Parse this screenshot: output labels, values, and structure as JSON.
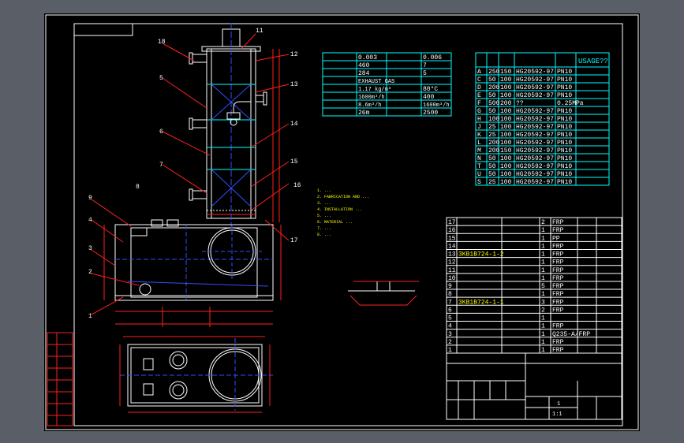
{
  "meta": {
    "title": "Engineering drawing viewer"
  },
  "tech_table": {
    "rows": [
      [
        "",
        "0.003",
        "",
        "0.006"
      ],
      [
        "",
        "460",
        "",
        "7"
      ],
      [
        "",
        "284",
        "",
        "5"
      ],
      [
        "",
        "EXHAUST GAS",
        "",
        ""
      ],
      [
        "",
        "1.17 kg/m³",
        "",
        "80°C"
      ],
      [
        "",
        "1600m³/h",
        "",
        "400"
      ],
      [
        "",
        "8.6m³/h",
        "",
        "1600m³/h"
      ],
      [
        "",
        "26m",
        "",
        "2500"
      ]
    ]
  },
  "nozzle_table": {
    "header_extra": "USAGE??",
    "rows": [
      [
        "A",
        "250",
        "150",
        "HG20592-97",
        "PN10"
      ],
      [
        "C",
        "50",
        "100",
        "HG20592-97",
        "PN10"
      ],
      [
        "D",
        "200",
        "100",
        "HG20592-97",
        "PN10"
      ],
      [
        "E",
        "50",
        "100",
        "HG20592-97",
        "PN10"
      ],
      [
        "F",
        "500",
        "200",
        "??",
        "0.25MPa"
      ],
      [
        "G",
        "50",
        "100",
        "HG20592-97",
        "PN10"
      ],
      [
        "H",
        "100",
        "100",
        "HG20592-97",
        "PN10"
      ],
      [
        "J",
        "25",
        "100",
        "HG20592-97",
        "PN10"
      ],
      [
        "K",
        "25",
        "100",
        "HG20592-97",
        "PN10"
      ],
      [
        "L",
        "200",
        "100",
        "HG20592-97",
        "PN10"
      ],
      [
        "M",
        "200",
        "150",
        "HG20592-97",
        "PN10"
      ],
      [
        "N",
        "50",
        "100",
        "HG20592-97",
        "PN10"
      ],
      [
        "T",
        "50",
        "100",
        "HG20592-97",
        "PN10"
      ],
      [
        "U",
        "50",
        "100",
        "HG20592-97",
        "PN10"
      ],
      [
        "S",
        "25",
        "100",
        "HG20592-97",
        "PN10"
      ]
    ]
  },
  "tech_req": {
    "lines": [
      "1. ...",
      "2. FABRICATION AND ...",
      "3. ...",
      "4. INSTALLATION ...",
      "5. ...",
      "6. MATERIAL ...",
      "7. ...",
      "8. ..."
    ]
  },
  "bom": {
    "rows": [
      [
        "17",
        "",
        "2",
        "FRP"
      ],
      [
        "16",
        "",
        "1",
        "FRP"
      ],
      [
        "15",
        "",
        "1",
        "PP"
      ],
      [
        "14",
        "",
        "1",
        "FRP"
      ],
      [
        "13",
        "3KB1B724-1-2",
        "1",
        "FRP"
      ],
      [
        "12",
        "",
        "1",
        "FRP"
      ],
      [
        "11",
        "",
        "1",
        "FRP"
      ],
      [
        "10",
        "",
        "1",
        "FRP"
      ],
      [
        "9",
        "",
        "5",
        "FRP"
      ],
      [
        "8",
        "",
        "1",
        "FRP"
      ],
      [
        "7",
        "3KB1B724-1-1",
        "3",
        "FRP"
      ],
      [
        "6",
        "",
        "2",
        "FRP"
      ],
      [
        "5",
        "",
        "1",
        ""
      ],
      [
        "4",
        "",
        "1",
        "FRP"
      ],
      [
        "3",
        "",
        "1",
        "Q235-A/FRP"
      ],
      [
        "2",
        "",
        "1",
        "FRP"
      ],
      [
        "1",
        "",
        "1",
        "FRP"
      ]
    ]
  },
  "callouts": [
    "18",
    "11",
    "12",
    "13",
    "14",
    "15",
    "16",
    "17",
    "5",
    "6",
    "7",
    "8",
    "9",
    "1",
    "2",
    "3",
    "4"
  ],
  "title_block": {
    "scale": "1:1",
    "sheet": "1"
  },
  "colors": {
    "line_white": "#ffffff",
    "line_cyan": "#00ffff",
    "line_red": "#ff2020",
    "line_yellow": "#ffff00",
    "line_blue": "#3050ff",
    "line_magenta": "#ff40ff"
  }
}
